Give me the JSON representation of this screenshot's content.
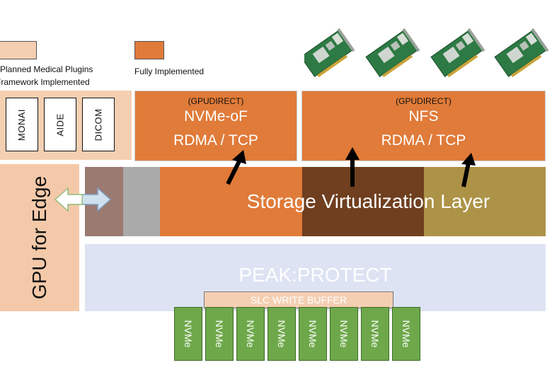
{
  "legend": {
    "planned_line1": "Planned Medical Plugins",
    "planned_line2": "Framework Implemented",
    "implemented": "Fully Implemented",
    "planned_color": "#f4cfb2",
    "implemented_color": "#e07b39"
  },
  "plugins": [
    "MONAI",
    "AIDE",
    "DICOM"
  ],
  "nvmeof_box": {
    "tag": "(GPUDIRECT)",
    "line1": "NVMe-oF",
    "line2": "RDMA / TCP"
  },
  "nfs_box": {
    "tag": "(GPUDIRECT)",
    "line1": "NFS",
    "line2": "RDMA / TCP"
  },
  "gpu_edge": "GPU for Edge",
  "storage_layer": "Storage Virtualization Layer",
  "peak_protect": "PEAK:PROTECT",
  "slc_buffer": "SLC WRITE BUFFER",
  "nvme_drives": [
    "NVMe",
    "NVMe",
    "NVMe",
    "NVMe",
    "NVMe",
    "NVMe",
    "NVMe",
    "NVMe"
  ],
  "colors": {
    "orange": "#e07b39",
    "peach": "#f4cfb2",
    "brown": "#6f3f1f",
    "olive": "#ad9347",
    "gray": "#aaaaaa",
    "taupe": "#9b7a72",
    "lavender": "#dde3f3",
    "green": "#6ea84a"
  },
  "icons": [
    "network-card-icon",
    "double-arrow-icon",
    "up-arrow-icon"
  ]
}
